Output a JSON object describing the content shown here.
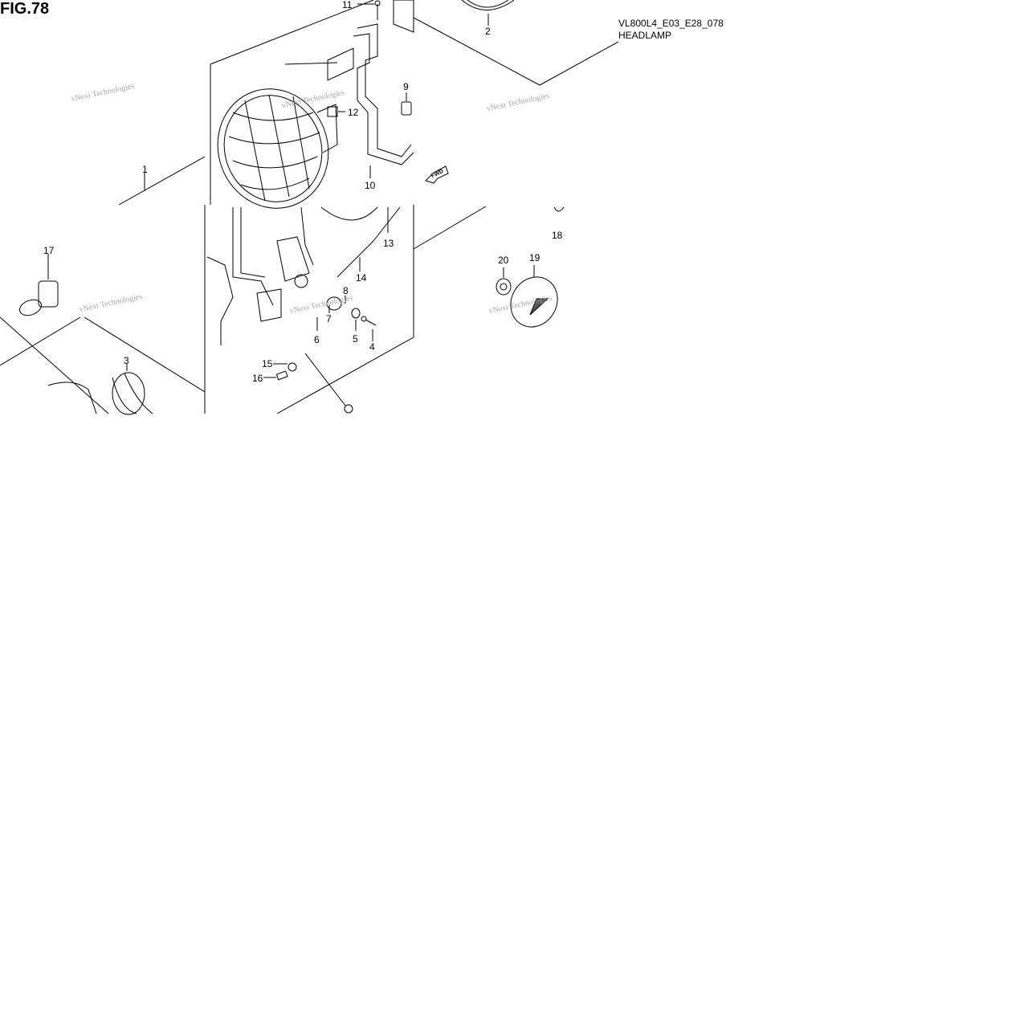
{
  "figure": {
    "label": "FIG.78",
    "code": "VL800L4_E03_E28_078",
    "name": "HEADLAMP"
  },
  "watermark": "vNext Technologies",
  "callouts": [
    "1",
    "2",
    "3",
    "4",
    "5",
    "6",
    "7",
    "8",
    "9",
    "10",
    "11",
    "12",
    "13",
    "14",
    "15",
    "16",
    "17",
    "18",
    "19",
    "20"
  ],
  "fwd_label": "FWD"
}
